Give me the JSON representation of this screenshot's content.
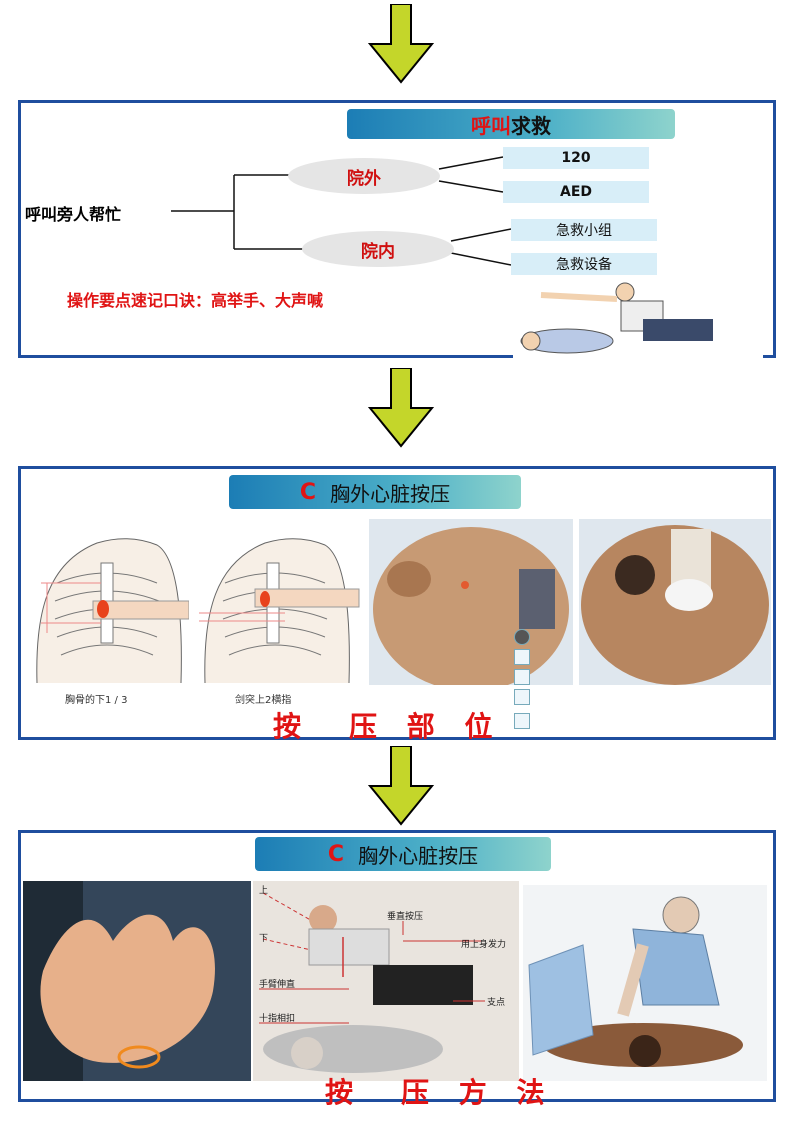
{
  "panel1": {
    "title_red": "呼叫",
    "title_black": "求救",
    "root_label": "呼叫旁人帮忙",
    "branch_out": "院外",
    "branch_in": "院内",
    "items_out": [
      "120",
      "AED"
    ],
    "items_in": [
      "急救小组",
      "急救设备"
    ],
    "tip": "操作要点速记口诀：高举手、大声喊"
  },
  "panel2": {
    "title_letter": "C",
    "title_text": "胸外心脏按压",
    "caption_left": "胸骨的下1 / 3",
    "caption_right": "剑突上2横指",
    "bottom_label": "按　压 部 位"
  },
  "panel3": {
    "title_letter": "C",
    "title_text": "胸外心脏按压",
    "labels": {
      "up": "上",
      "down": "下",
      "vertical": "垂直按压",
      "upper_body": "用上身发力",
      "arms_straight": "手臂伸直",
      "pivot": "支点",
      "fingers": "十指相扣"
    },
    "bottom_label": "按　压 方 法"
  },
  "colors": {
    "frame": "#1f4e9e",
    "arrow_fill": "#c4d62a",
    "accent_red": "#e01414"
  }
}
